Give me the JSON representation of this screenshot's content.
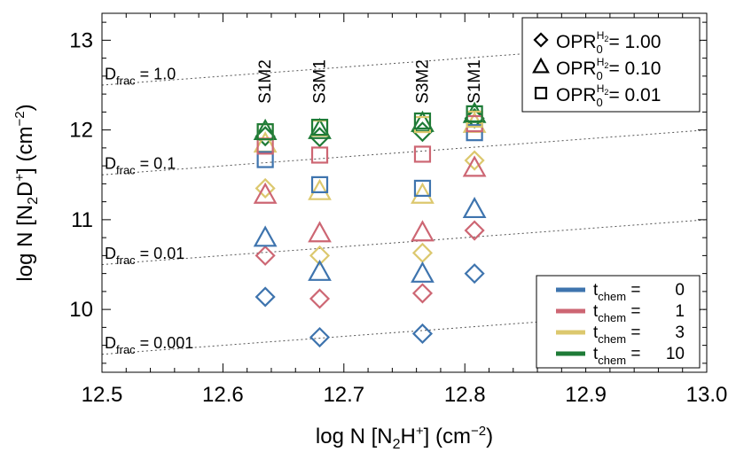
{
  "chart_data": {
    "type": "scatter",
    "xlabel": "log N [N₂H⁺] (cm⁻²)",
    "ylabel": "log N [N₂D⁺] (cm⁻²)",
    "xlim": [
      12.5,
      13.0
    ],
    "ylim": [
      9.3,
      13.3
    ],
    "xticks": [
      "12.5",
      "12.6",
      "12.7",
      "12.8",
      "12.9",
      "13.0"
    ],
    "yticks": [
      "10",
      "11",
      "12",
      "13"
    ],
    "dfrac_lines": [
      {
        "label": "D_frac = 1.0",
        "dfrac": 1.0
      },
      {
        "label": "D_frac = 0.1",
        "dfrac": 0.1
      },
      {
        "label": "D_frac = 0.01",
        "dfrac": 0.01
      },
      {
        "label": "D_frac = 0.001",
        "dfrac": 0.001
      }
    ],
    "models": [
      {
        "name": "S1M2",
        "x": 12.635
      },
      {
        "name": "S3M1",
        "x": 12.68
      },
      {
        "name": "S3M2",
        "x": 12.765
      },
      {
        "name": "S1M1",
        "x": 12.808
      }
    ],
    "opr_legend": [
      {
        "marker": "diamond",
        "text": "OPR₀^H₂= 1.00"
      },
      {
        "marker": "triangle",
        "text": "OPR₀^H₂= 0.10"
      },
      {
        "marker": "square",
        "text": "OPR₀^H₂= 0.01"
      }
    ],
    "time_legend": [
      {
        "name": "t_chem = 0",
        "t": "0",
        "color": "#3e74ae"
      },
      {
        "name": "t_chem = 1",
        "t": "1",
        "color": "#cd6673"
      },
      {
        "name": "t_chem = 3",
        "t": "3",
        "color": "#dcc86e"
      },
      {
        "name": "t_chem = 10",
        "t": "10",
        "color": "#1e7b37"
      }
    ],
    "points": [
      {
        "model": "S1M2",
        "x": 12.635,
        "y": 10.14,
        "marker": "diamond",
        "t": "0"
      },
      {
        "model": "S1M2",
        "x": 12.635,
        "y": 10.6,
        "marker": "diamond",
        "t": "1"
      },
      {
        "model": "S1M2",
        "x": 12.635,
        "y": 11.35,
        "marker": "diamond",
        "t": "3"
      },
      {
        "model": "S1M2",
        "x": 12.635,
        "y": 11.93,
        "marker": "diamond",
        "t": "10"
      },
      {
        "model": "S1M2",
        "x": 12.635,
        "y": 10.8,
        "marker": "triangle",
        "t": "0"
      },
      {
        "model": "S1M2",
        "x": 12.635,
        "y": 11.28,
        "marker": "triangle",
        "t": "1"
      },
      {
        "model": "S1M2",
        "x": 12.635,
        "y": 11.85,
        "marker": "triangle",
        "t": "3"
      },
      {
        "model": "S1M2",
        "x": 12.635,
        "y": 11.99,
        "marker": "triangle",
        "t": "10"
      },
      {
        "model": "S1M2",
        "x": 12.635,
        "y": 11.67,
        "marker": "square",
        "t": "0"
      },
      {
        "model": "S1M2",
        "x": 12.635,
        "y": 11.82,
        "marker": "square",
        "t": "1"
      },
      {
        "model": "S1M2",
        "x": 12.635,
        "y": 11.98,
        "marker": "square",
        "t": "3"
      },
      {
        "model": "S1M2",
        "x": 12.635,
        "y": 11.98,
        "marker": "square",
        "t": "10"
      },
      {
        "model": "S3M1",
        "x": 12.68,
        "y": 9.69,
        "marker": "diamond",
        "t": "0"
      },
      {
        "model": "S3M1",
        "x": 12.68,
        "y": 10.12,
        "marker": "diamond",
        "t": "1"
      },
      {
        "model": "S3M1",
        "x": 12.68,
        "y": 10.6,
        "marker": "diamond",
        "t": "3"
      },
      {
        "model": "S3M1",
        "x": 12.68,
        "y": 11.92,
        "marker": "diamond",
        "t": "10"
      },
      {
        "model": "S3M1",
        "x": 12.68,
        "y": 10.42,
        "marker": "triangle",
        "t": "0"
      },
      {
        "model": "S3M1",
        "x": 12.68,
        "y": 10.85,
        "marker": "triangle",
        "t": "1"
      },
      {
        "model": "S3M1",
        "x": 12.68,
        "y": 11.32,
        "marker": "triangle",
        "t": "3"
      },
      {
        "model": "S3M1",
        "x": 12.68,
        "y": 12.0,
        "marker": "triangle",
        "t": "10"
      },
      {
        "model": "S3M1",
        "x": 12.68,
        "y": 11.39,
        "marker": "square",
        "t": "0"
      },
      {
        "model": "S3M1",
        "x": 12.68,
        "y": 11.72,
        "marker": "square",
        "t": "1"
      },
      {
        "model": "S3M1",
        "x": 12.68,
        "y": 12.02,
        "marker": "square",
        "t": "3"
      },
      {
        "model": "S3M1",
        "x": 12.68,
        "y": 12.03,
        "marker": "square",
        "t": "10"
      },
      {
        "model": "S3M2",
        "x": 12.765,
        "y": 9.73,
        "marker": "diamond",
        "t": "0"
      },
      {
        "model": "S3M2",
        "x": 12.765,
        "y": 10.18,
        "marker": "diamond",
        "t": "1"
      },
      {
        "model": "S3M2",
        "x": 12.765,
        "y": 10.63,
        "marker": "diamond",
        "t": "3"
      },
      {
        "model": "S3M2",
        "x": 12.765,
        "y": 11.98,
        "marker": "diamond",
        "t": "10"
      },
      {
        "model": "S3M2",
        "x": 12.765,
        "y": 10.4,
        "marker": "triangle",
        "t": "0"
      },
      {
        "model": "S3M2",
        "x": 12.765,
        "y": 10.86,
        "marker": "triangle",
        "t": "1"
      },
      {
        "model": "S3M2",
        "x": 12.765,
        "y": 11.28,
        "marker": "triangle",
        "t": "3"
      },
      {
        "model": "S3M2",
        "x": 12.765,
        "y": 12.08,
        "marker": "triangle",
        "t": "10"
      },
      {
        "model": "S3M2",
        "x": 12.765,
        "y": 11.35,
        "marker": "square",
        "t": "0"
      },
      {
        "model": "S3M2",
        "x": 12.765,
        "y": 11.73,
        "marker": "square",
        "t": "1"
      },
      {
        "model": "S3M2",
        "x": 12.765,
        "y": 12.06,
        "marker": "square",
        "t": "3"
      },
      {
        "model": "S3M2",
        "x": 12.765,
        "y": 12.1,
        "marker": "square",
        "t": "10"
      },
      {
        "model": "S1M1",
        "x": 12.808,
        "y": 10.4,
        "marker": "diamond",
        "t": "0"
      },
      {
        "model": "S1M1",
        "x": 12.808,
        "y": 10.88,
        "marker": "diamond",
        "t": "1"
      },
      {
        "model": "S1M1",
        "x": 12.808,
        "y": 11.66,
        "marker": "diamond",
        "t": "3"
      },
      {
        "model": "S1M1",
        "x": 12.808,
        "y": 12.13,
        "marker": "diamond",
        "t": "10"
      },
      {
        "model": "S1M1",
        "x": 12.808,
        "y": 11.12,
        "marker": "triangle",
        "t": "0"
      },
      {
        "model": "S1M1",
        "x": 12.808,
        "y": 11.58,
        "marker": "triangle",
        "t": "1"
      },
      {
        "model": "S1M1",
        "x": 12.808,
        "y": 12.07,
        "marker": "triangle",
        "t": "3"
      },
      {
        "model": "S1M1",
        "x": 12.808,
        "y": 12.18,
        "marker": "triangle",
        "t": "10"
      },
      {
        "model": "S1M1",
        "x": 12.808,
        "y": 11.97,
        "marker": "square",
        "t": "0"
      },
      {
        "model": "S1M1",
        "x": 12.808,
        "y": 12.07,
        "marker": "square",
        "t": "1"
      },
      {
        "model": "S1M1",
        "x": 12.808,
        "y": 12.12,
        "marker": "square",
        "t": "3"
      },
      {
        "model": "S1M1",
        "x": 12.808,
        "y": 12.18,
        "marker": "square",
        "t": "10"
      }
    ],
    "grid": false,
    "legend_placement": [
      "top-right",
      "bottom-right"
    ]
  }
}
